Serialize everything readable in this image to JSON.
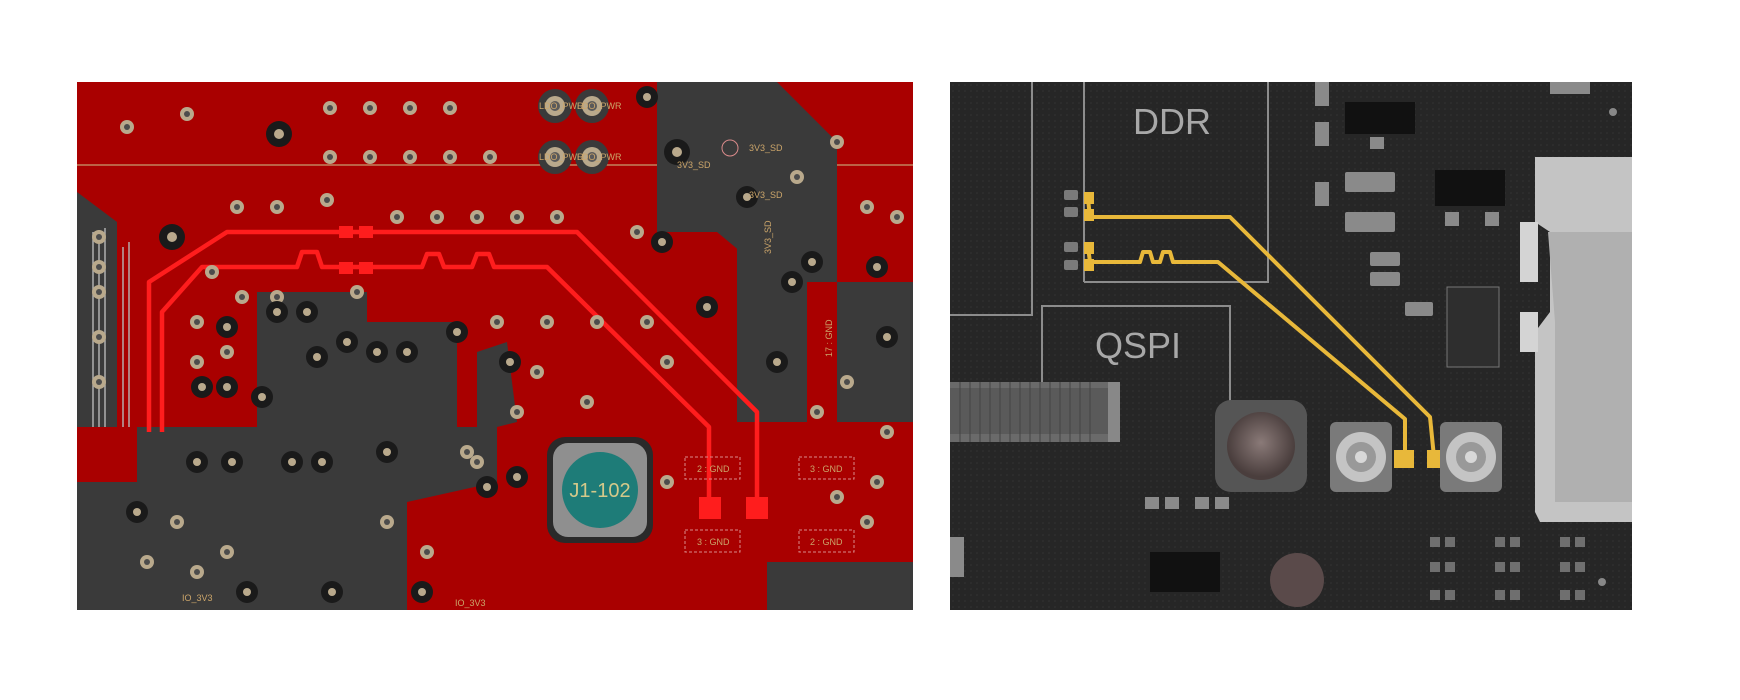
{
  "layout_view": {
    "colors": {
      "board": "#a90000",
      "copper_dark": "#3a3a3a",
      "trace": "#ff1d1d",
      "via_ring": "#b9a98c",
      "via_hole": "#4c4c4c",
      "connector_pad": "#1e7c78"
    },
    "labels": {
      "ldo_pwr_1": "LDO_PWR",
      "ldo_pwr_2": "LDO_PWR",
      "ldo_pwr_3": "LDO_PWR",
      "ldo_pwr_4": "LDO_PWR",
      "net_3v3_sd_a": "3V3_SD",
      "net_3v3_sd_b": "3V3_SD",
      "net_3v3_sd_c": "3V3_SD",
      "net_3v3_sd_vertical": "3V3_SD",
      "net_17_gnd": "17 : GND",
      "gnd_pad_1": "2 : GND",
      "gnd_pad_2": "3 : GND",
      "gnd_pad_3": "3 : GND",
      "gnd_pad_4": "2 : GND",
      "connector": "J1-102",
      "bottom_left": "IO_3V3",
      "bottom_mid": "IO_3V3"
    }
  },
  "render_view": {
    "colors": {
      "board": "#262626",
      "silkscreen": "#a8a8a8",
      "trace": "#e8b83a",
      "component_body": "#111111",
      "metal": "#c4c4c4"
    },
    "labels": {
      "ddr": "DDR",
      "qspi": "QSPI"
    }
  }
}
